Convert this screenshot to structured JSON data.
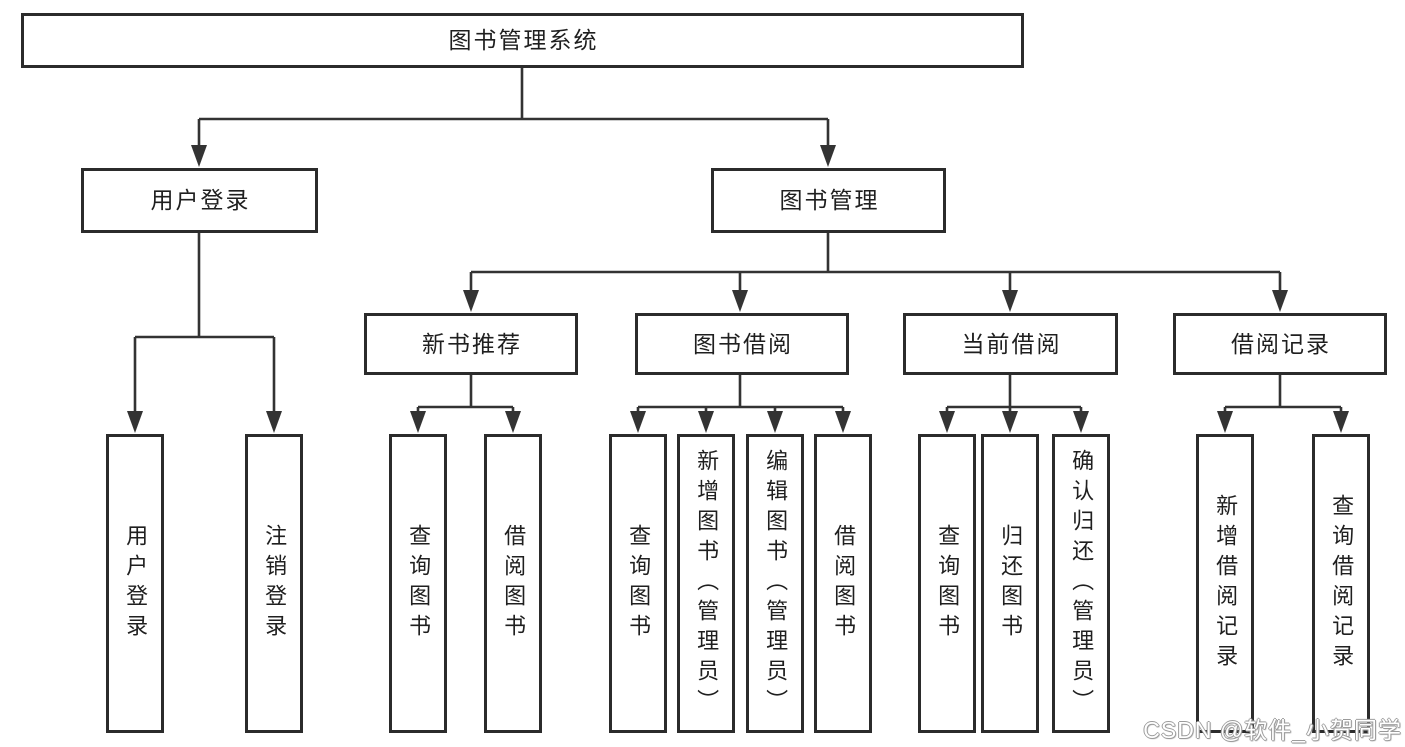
{
  "colors": {
    "line": "#333333",
    "box_border": "#2b2b2b",
    "box_fill": "#ffffff",
    "text": "#1f1f1f",
    "watermark_fill": "#ffffff",
    "watermark_outline": "#9a9a9a"
  },
  "tree": {
    "root": "图书管理系统",
    "branches": [
      {
        "label": "用户登录",
        "children": [
          "用户登录",
          "注销登录"
        ]
      },
      {
        "label": "图书管理",
        "groups": [
          {
            "label": "新书推荐",
            "children": [
              "查询图书",
              "借阅图书"
            ]
          },
          {
            "label": "图书借阅",
            "children": [
              "查询图书",
              "新增图书（管理员）",
              "编辑图书（管理员）",
              "借阅图书"
            ]
          },
          {
            "label": "当前借阅",
            "children": [
              "查询图书",
              "归还图书",
              "确认归还（管理员）"
            ]
          },
          {
            "label": "借阅记录",
            "children": [
              "新增借阅记录",
              "查询借阅记录"
            ]
          }
        ]
      }
    ]
  },
  "watermark": "CSDN @软件_小贺同学"
}
